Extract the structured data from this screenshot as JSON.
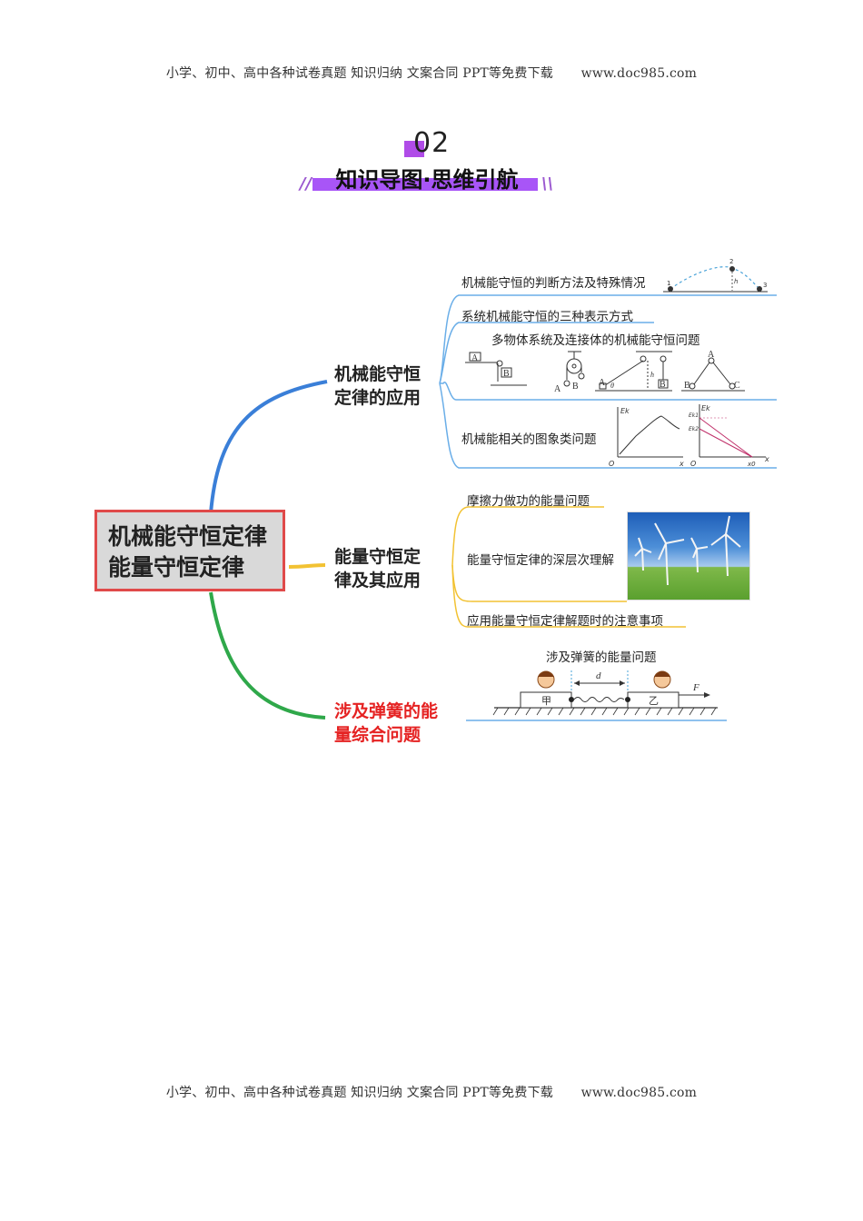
{
  "header": {
    "text": "小学、初中、高中各种试卷真题  知识归纳  文案合同  PPT等免费下载",
    "site": "www.doc985.com"
  },
  "footer": {
    "text": "小学、初中、高中各种试卷真题  知识归纳  文案合同  PPT等免费下载",
    "site": "www.doc985.com"
  },
  "section": {
    "number": "02",
    "title": "知识导图·思维引航"
  },
  "mindmap": {
    "root": {
      "line1": "机械能守恒定律",
      "line2": "能量守恒定律"
    },
    "branches": [
      {
        "line1": "机械能守恒",
        "line2": "定律的应用",
        "color": "#3a7fd8",
        "items": [
          "机械能守恒的判断方法及特殊情况",
          "系统机械能守恒的三种表示方式",
          "多物体系统及连接体的机械能守恒问题",
          "机械能相关的图象类问题"
        ]
      },
      {
        "line1": "能量守恒定",
        "line2": "律及其应用",
        "color": "#f2c233",
        "items": [
          "摩擦力做功的能量问题",
          "能量守恒定律的深层次理解",
          "应用能量守恒定律解题时的注意事项"
        ]
      },
      {
        "line1": "涉及弹簧的能",
        "line2": "量综合问题",
        "color": "#2fa84a",
        "items": [
          "涉及弹簧的能量问题"
        ]
      }
    ]
  },
  "figures": {
    "trajectory": {
      "labels": [
        "1",
        "2",
        "3",
        "h"
      ]
    },
    "pulleys": {
      "labels": [
        "A",
        "B",
        "A",
        "B",
        "A",
        "θ",
        "h",
        "B",
        "A",
        "B",
        "C"
      ]
    },
    "graph1": {
      "ylabel": "Ek",
      "xlabel": "x",
      "origin": "O"
    },
    "graph2": {
      "ylabel": "Ek",
      "y1": "Ek1",
      "y2": "Ek2",
      "xlabel": "x",
      "x0": "x0",
      "origin": "O"
    },
    "spring": {
      "left_block": "甲",
      "right_block": "乙",
      "distance": "d",
      "force": "F"
    }
  }
}
